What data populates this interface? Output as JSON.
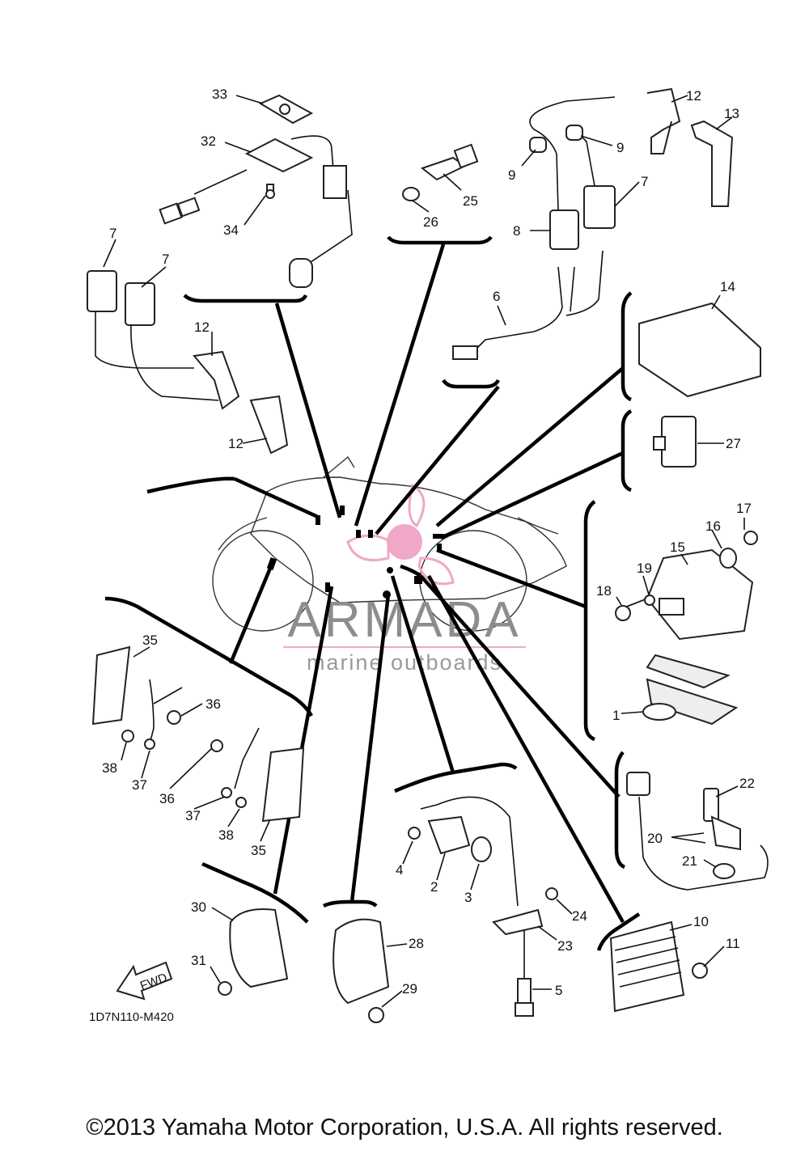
{
  "diagram_code": "1D7N110-M420",
  "fwd_label": "FWD",
  "copyright": "©2013 Yamaha Motor Corporation, U.S.A. All rights reserved.",
  "watermark": {
    "brand": "ARMADA",
    "tagline": "marine outboards",
    "brand_color": "#f0a8c8"
  },
  "callouts": [
    "33",
    "32",
    "34",
    "25",
    "26",
    "12",
    "13",
    "9",
    "9",
    "7",
    "8",
    "6",
    "7",
    "7",
    "12",
    "12",
    "14",
    "27",
    "17",
    "16",
    "15",
    "19",
    "18",
    "1",
    "35",
    "36",
    "38",
    "37",
    "36",
    "37",
    "38",
    "35",
    "4",
    "2",
    "3",
    "24",
    "23",
    "5",
    "22",
    "20",
    "21",
    "10",
    "11",
    "30",
    "31",
    "28",
    "29"
  ]
}
